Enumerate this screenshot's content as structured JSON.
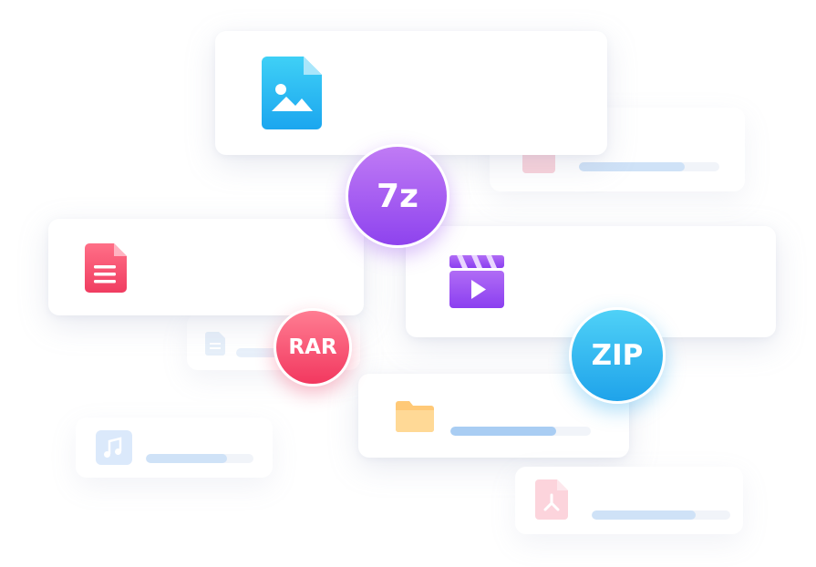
{
  "badges": {
    "sevenz": {
      "label": "7z",
      "color_top": "#c07bf5",
      "color_bottom": "#8e43ee"
    },
    "rar": {
      "label": "RAR",
      "color_top": "#ff7d92",
      "color_bottom": "#f2385f"
    },
    "zip": {
      "label": "ZIP",
      "color_top": "#4fd1f7",
      "color_bottom": "#1fa3ea"
    }
  },
  "cards": {
    "image_card": {
      "icon": "image-file-icon",
      "color": "#22b7f0"
    },
    "document_card": {
      "icon": "document-file-icon",
      "color": "#f2476a"
    },
    "video_card": {
      "icon": "video-file-icon",
      "color": "#9a52f0"
    },
    "folder_card": {
      "icon": "folder-icon",
      "color": "#ffd28a",
      "progress": 0.75
    },
    "music_card": {
      "icon": "music-file-icon",
      "color": "#dbe9fb",
      "progress": 0.75
    },
    "pdf_card": {
      "icon": "pdf-file-icon",
      "color": "#fbd3db",
      "progress": 0.75
    },
    "faint_pdf_card": {
      "icon": "pdf-file-icon",
      "color": "#f7c4cf",
      "progress": 0.75
    },
    "faint_document_card": {
      "icon": "document-file-icon",
      "color": "#e3edf9",
      "progress": 0.5
    }
  },
  "colors": {
    "progress_fill": "#a9cdf3",
    "progress_track": "#f1f4f9"
  }
}
